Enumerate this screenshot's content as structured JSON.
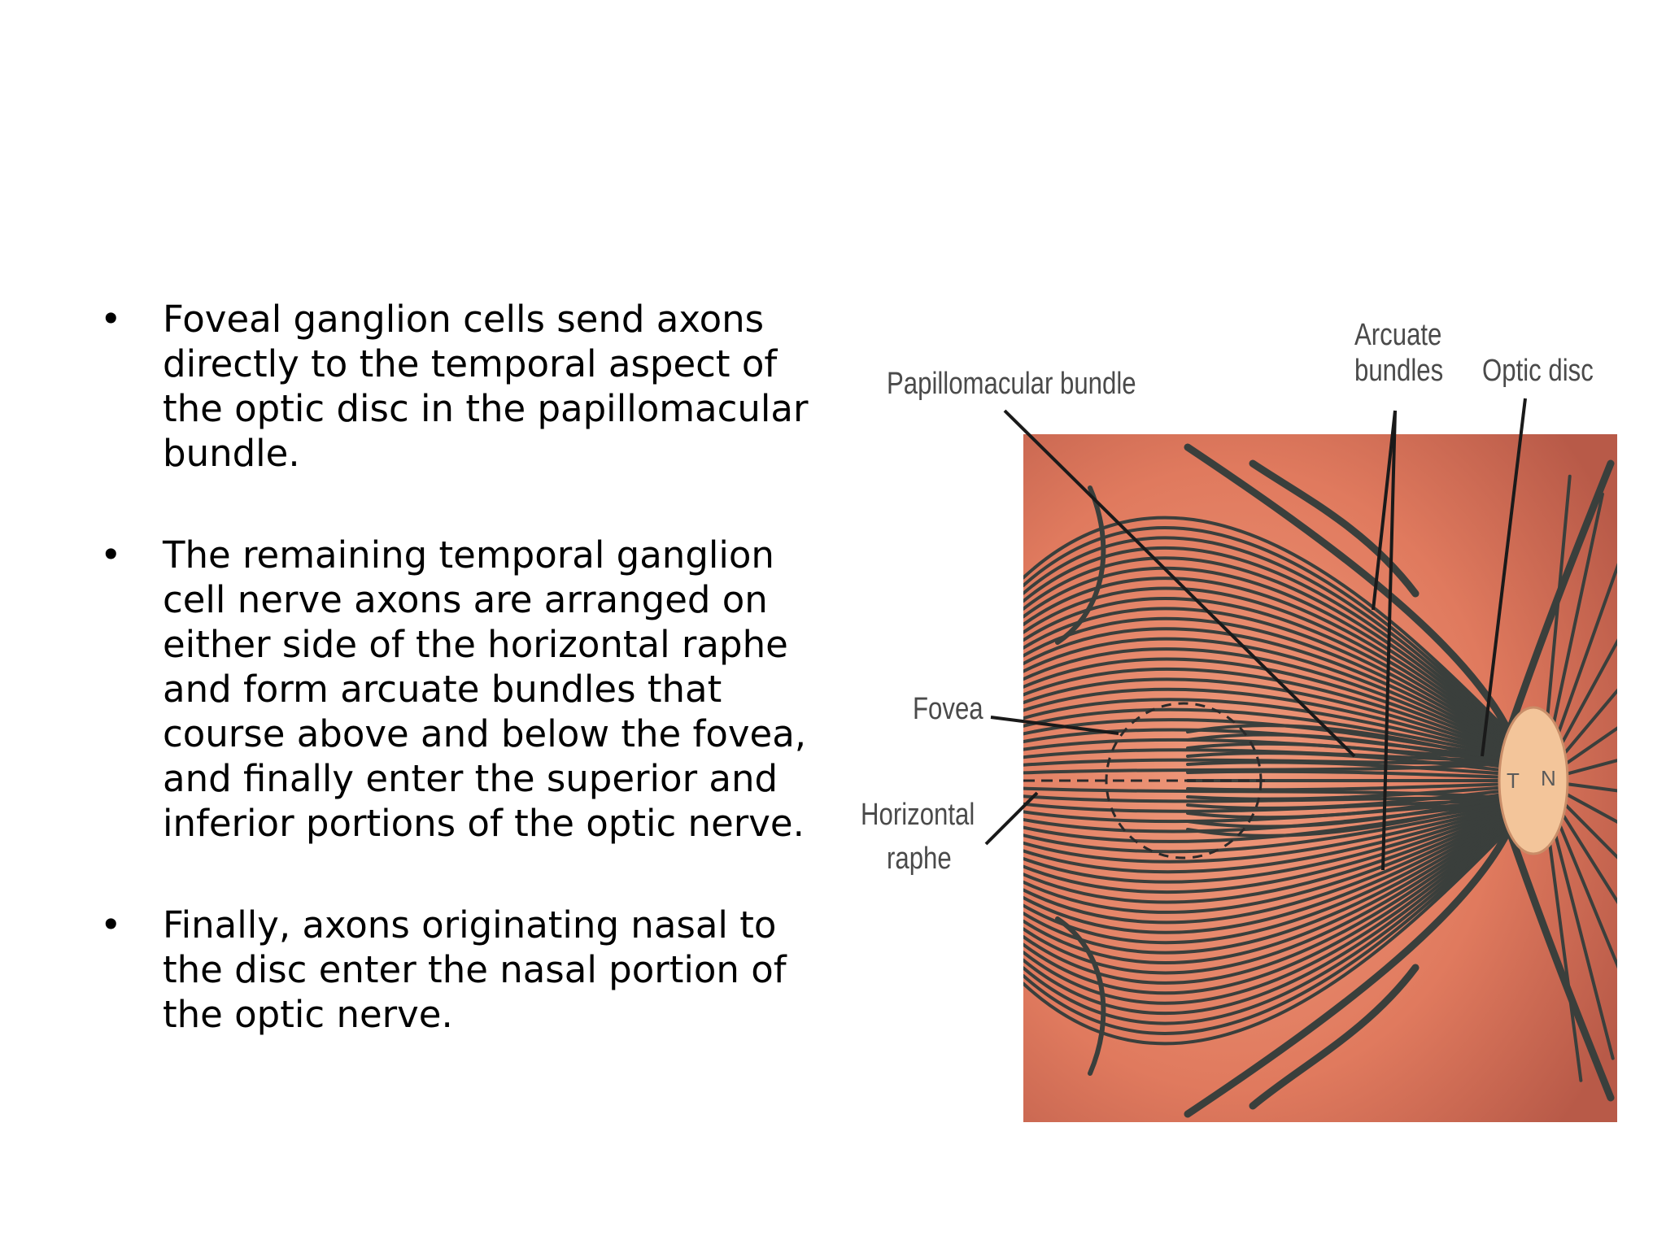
{
  "bullets": [
    "Foveal ganglion cells send axons directly to the temporal aspect of the optic disc in the papillomacular bundle.",
    "The remaining temporal ganglion cell nerve axons are arranged on either side of the horizontal raphe and form arcuate bundles that course above and below the fovea, and finally enter the superior and inferior portions of the optic nerve.",
    "Finally, axons originating nasal to the disc enter the nasal portion of the optic nerve."
  ],
  "bullet_symbol": "•",
  "diagram": {
    "labels": {
      "papillomacular": "Papillomacular bundle",
      "arcuate_line1": "Arcuate",
      "arcuate_line2": "bundles",
      "optic_disc": "Optic disc",
      "fovea": "Fovea",
      "raphe_line1": "Horizontal",
      "raphe_line2": "raphe",
      "disc_T": "T",
      "disc_N": "N"
    },
    "colors": {
      "retina_bg": "#e98a6e",
      "fibers": "#3a3f3c",
      "disc": "#f3c59a",
      "label_text": "#4a4a4a"
    }
  }
}
